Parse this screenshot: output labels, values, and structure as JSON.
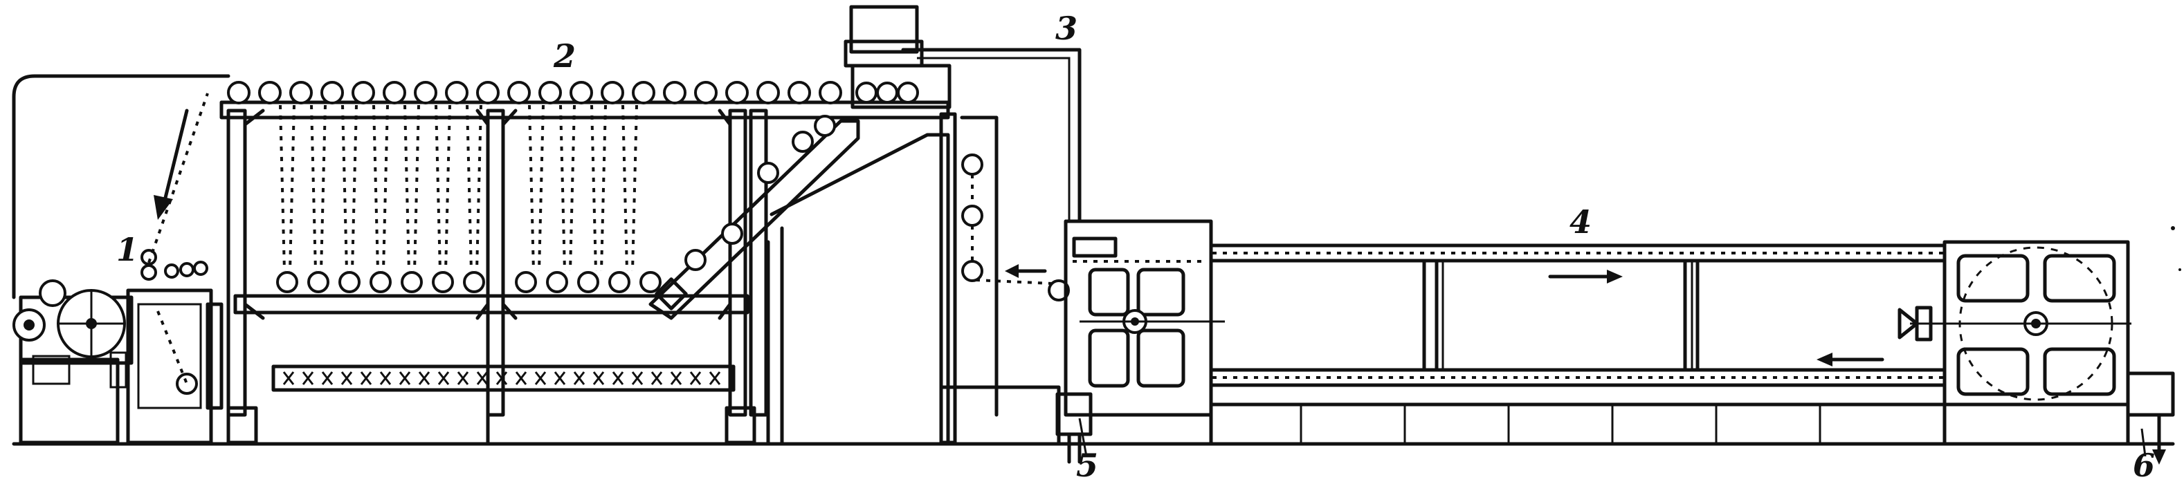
{
  "callouts": {
    "c1": "1",
    "c2": "2",
    "c3": "3",
    "c4": "4",
    "c5": "5",
    "c6": "6"
  },
  "colors": {
    "ink": "#111111",
    "paper": "#ffffff"
  }
}
